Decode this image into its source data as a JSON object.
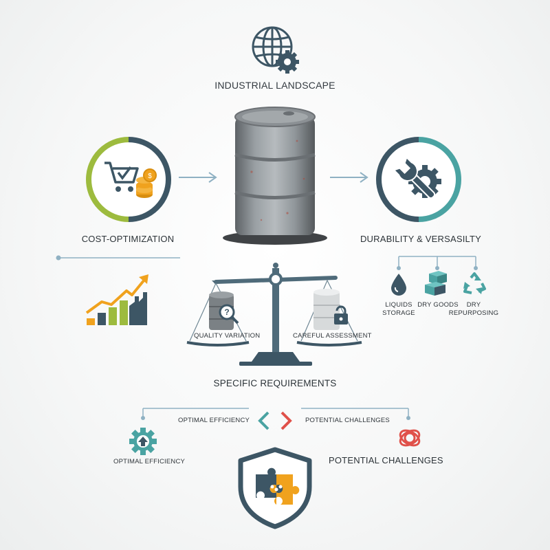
{
  "top": {
    "title": "INDUSTRIAL LANDSCAPE",
    "icon": "globe-gear-icon"
  },
  "left": {
    "title": "COST-OPTIMIZATION",
    "icon": "cart-coins-icon",
    "chart_icon": "growth-chart-factory-icon"
  },
  "right": {
    "title": "DURABILITY & VERSASILTY",
    "icon": "wrench-gear-icon",
    "items": [
      {
        "line1": "LIQUIDS",
        "line2": "STORAGE",
        "icon": "droplet-icon"
      },
      {
        "line1": "DRY GOODS",
        "line2": "",
        "icon": "boxes-icon"
      },
      {
        "line1": "DRY",
        "line2": "REPURPOSING",
        "icon": "recycle-icon"
      }
    ]
  },
  "scale": {
    "left_label": "QUALITY VARIATION",
    "right_label": "CAREFUL ASSESSMENT",
    "title": "SPECIFIC REQUIREMENTS"
  },
  "bottom": {
    "left_line": "OPTIMAL EFFICIENCY",
    "right_line": "POTENTIAL CHALLENGES",
    "left_label": "OPTIMAL EFFICIENCY",
    "right_label": "POTENTIAL CHALLENGES",
    "shield_icon": "shield-puzzle-icon"
  },
  "colors": {
    "slate": "#3d5665",
    "lime": "#9dbb3e",
    "teal": "#4aa3a2",
    "orange": "#f0a21e",
    "red": "#e0514a",
    "arrow": "#8fb1c3"
  }
}
